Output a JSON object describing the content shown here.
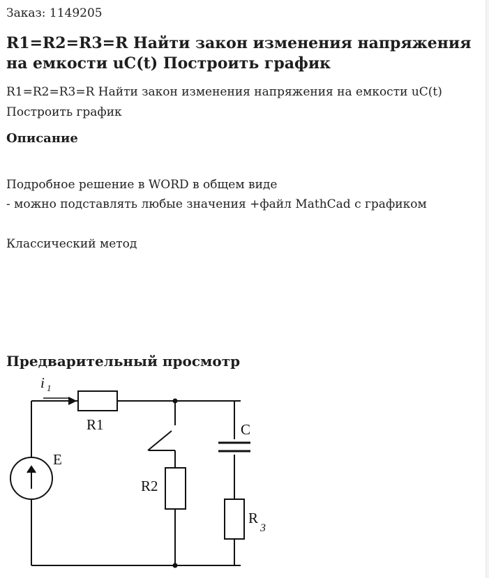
{
  "order": {
    "label": "Заказ: 1149205"
  },
  "title": "R1=R2=R3=R Найти закон изменения напряжения на емкости uC(t) Построить график",
  "subtitle": "R1=R2=R3=R Найти закон изменения напряжения на емкости uC(t) Построить график",
  "description": {
    "heading": "Описание",
    "lines": [
      "Подробное решение в WORD в общем виде",
      "- можно подставлять любые значения +файл MathCad с графиком",
      "Классический метод"
    ]
  },
  "preview": {
    "heading": "Предварительный просмотр",
    "labels": {
      "current": "i",
      "current_sub": "1",
      "r1": "R1",
      "r2": "R2",
      "r3": "R",
      "r3_sub": "3",
      "capacitor": "C",
      "source": "E"
    }
  }
}
